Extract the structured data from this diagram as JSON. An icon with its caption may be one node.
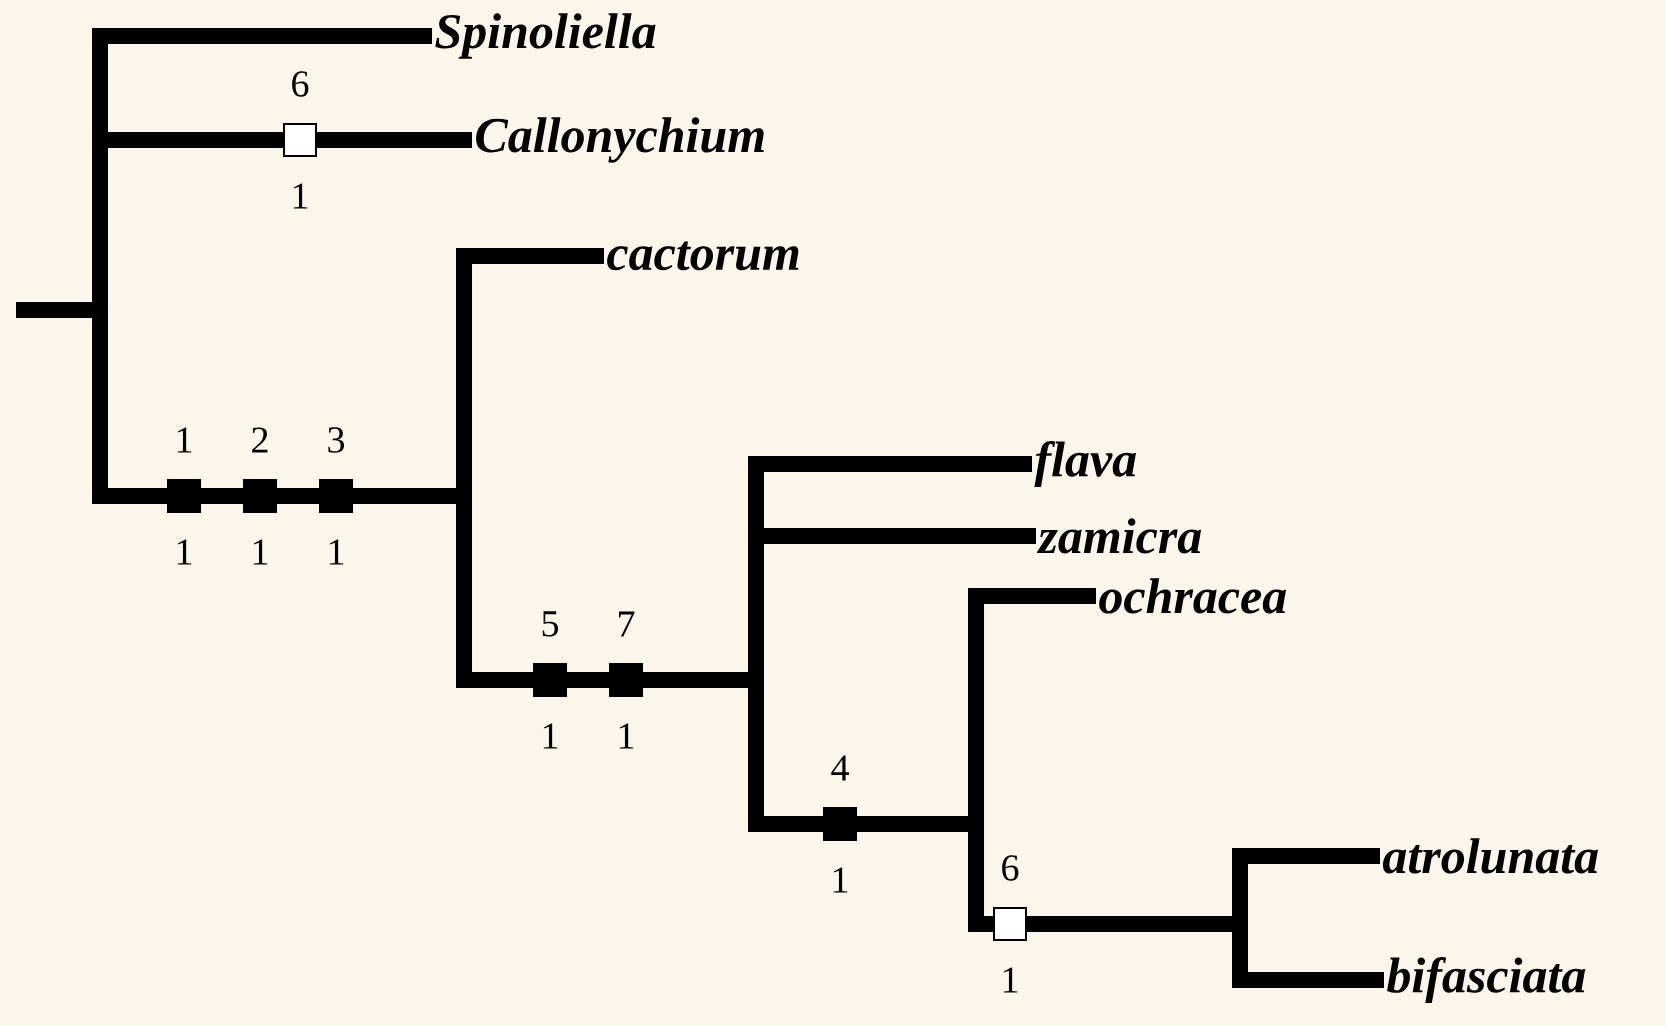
{
  "diagram": {
    "nodes": [
      {
        "text": [
          "Spinoliella"
        ]
      },
      {
        "text": [
          "Callonychium"
        ]
      },
      {
        "text": [
          "cactorum"
        ]
      },
      {
        "text": [
          "flava"
        ]
      },
      {
        "text": [
          "zamicra"
        ]
      },
      {
        "text": [
          "ochracea"
        ]
      },
      {
        "text": [
          "atrolunata"
        ]
      },
      {
        "text": [
          "bifasciata"
        ]
      }
    ],
    "labels": [
      "6",
      "1",
      "1",
      "2",
      "3",
      "1",
      "1",
      "1",
      "5",
      "7",
      "1",
      "1",
      "4",
      "1",
      "6",
      "1"
    ]
  }
}
